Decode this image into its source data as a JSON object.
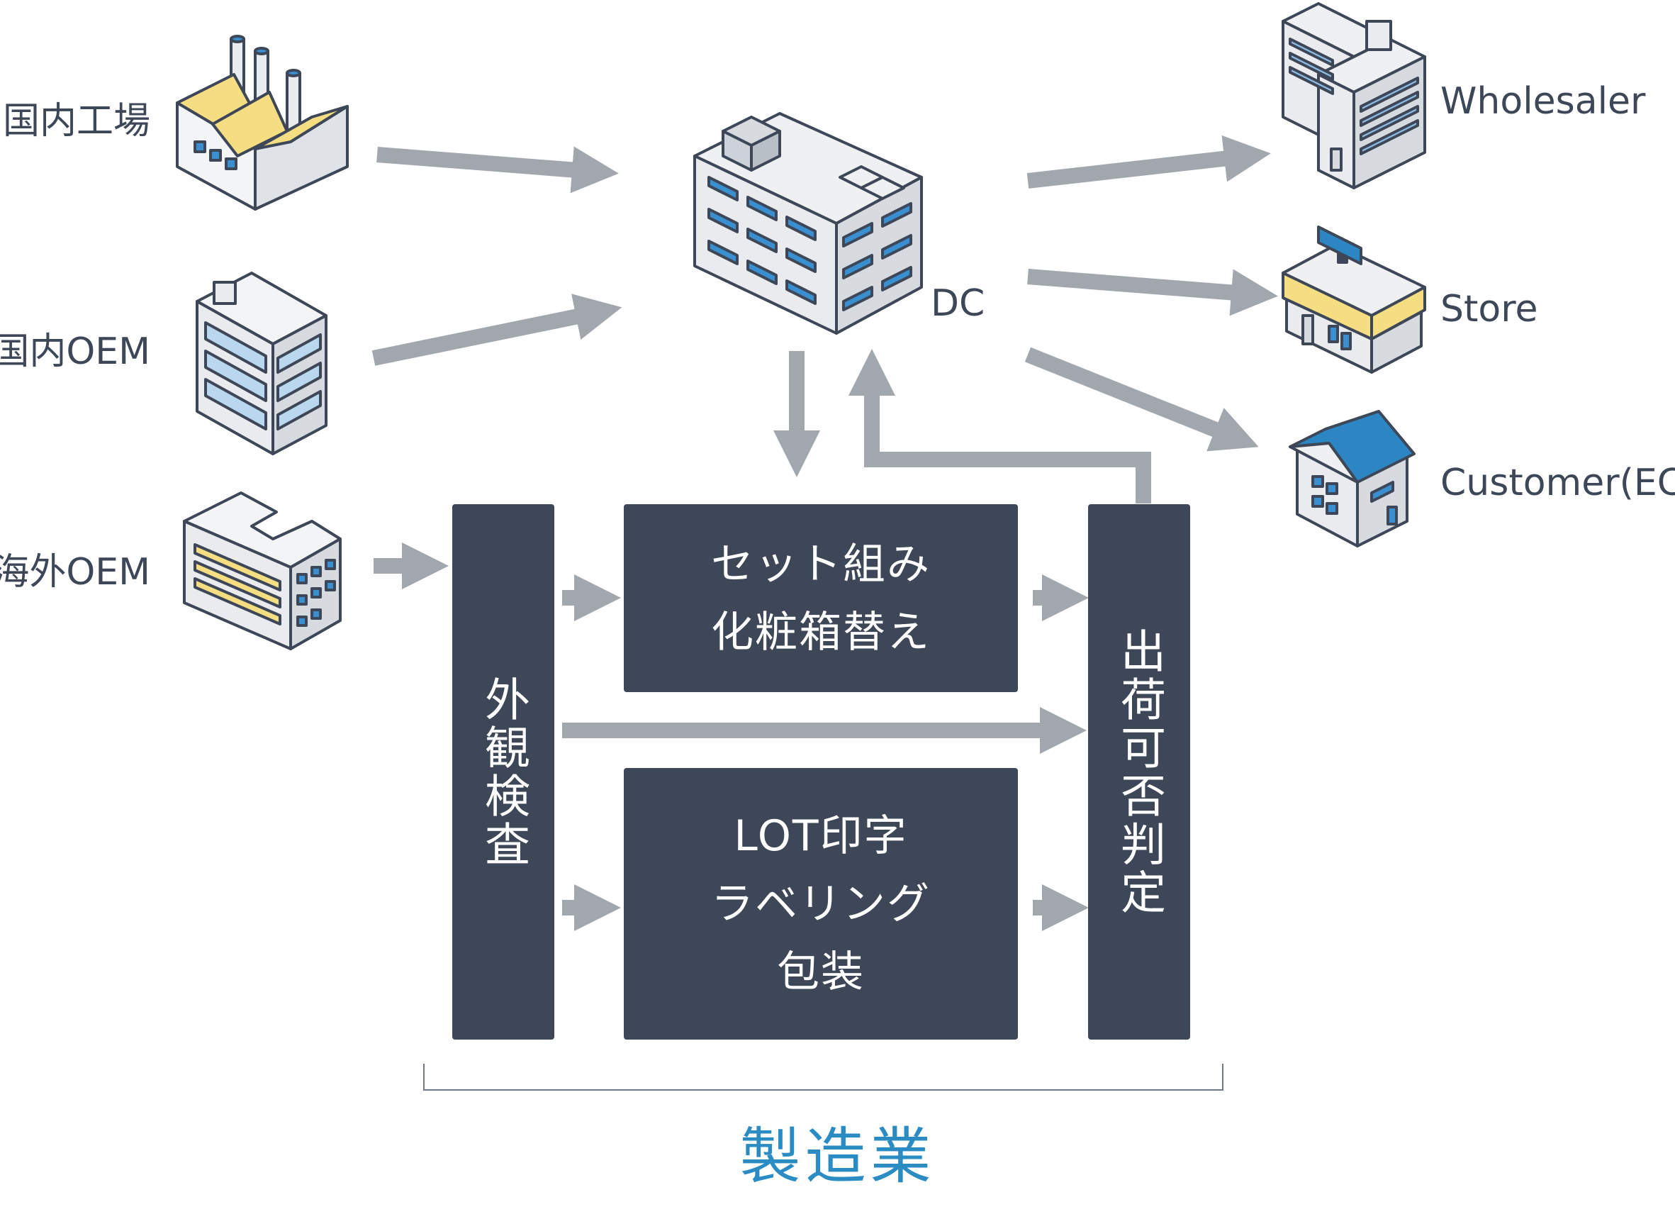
{
  "sources": [
    {
      "label": "国内工場",
      "icon": "factory-icon"
    },
    {
      "label": "国内OEM",
      "icon": "office-building-icon"
    },
    {
      "label": "海外OEM",
      "icon": "overseas-factory-icon"
    }
  ],
  "hub": {
    "label": "DC",
    "icon": "distribution-center-icon"
  },
  "destinations": [
    {
      "label": "Wholesaler",
      "icon": "wholesaler-building-icon"
    },
    {
      "label": "Store",
      "icon": "store-icon"
    },
    {
      "label": "Customer(EC)",
      "icon": "house-icon"
    }
  ],
  "process": {
    "inspection": "外観検査",
    "set_lines": [
      "セット組み",
      "化粧箱替え"
    ],
    "lot_lines": [
      "LOT印字",
      "ラベリング",
      "包装"
    ],
    "judgement": "出荷可否判定"
  },
  "caption": "製造業",
  "colors": {
    "box": "#3d4757",
    "arrow": "#a2a7ae",
    "caption": "#2b8cc4",
    "text": "#3d4757",
    "window_blue": "#3a8fd0",
    "roof_yellow": "#f5dd82",
    "roof_blue": "#2d86c4"
  }
}
